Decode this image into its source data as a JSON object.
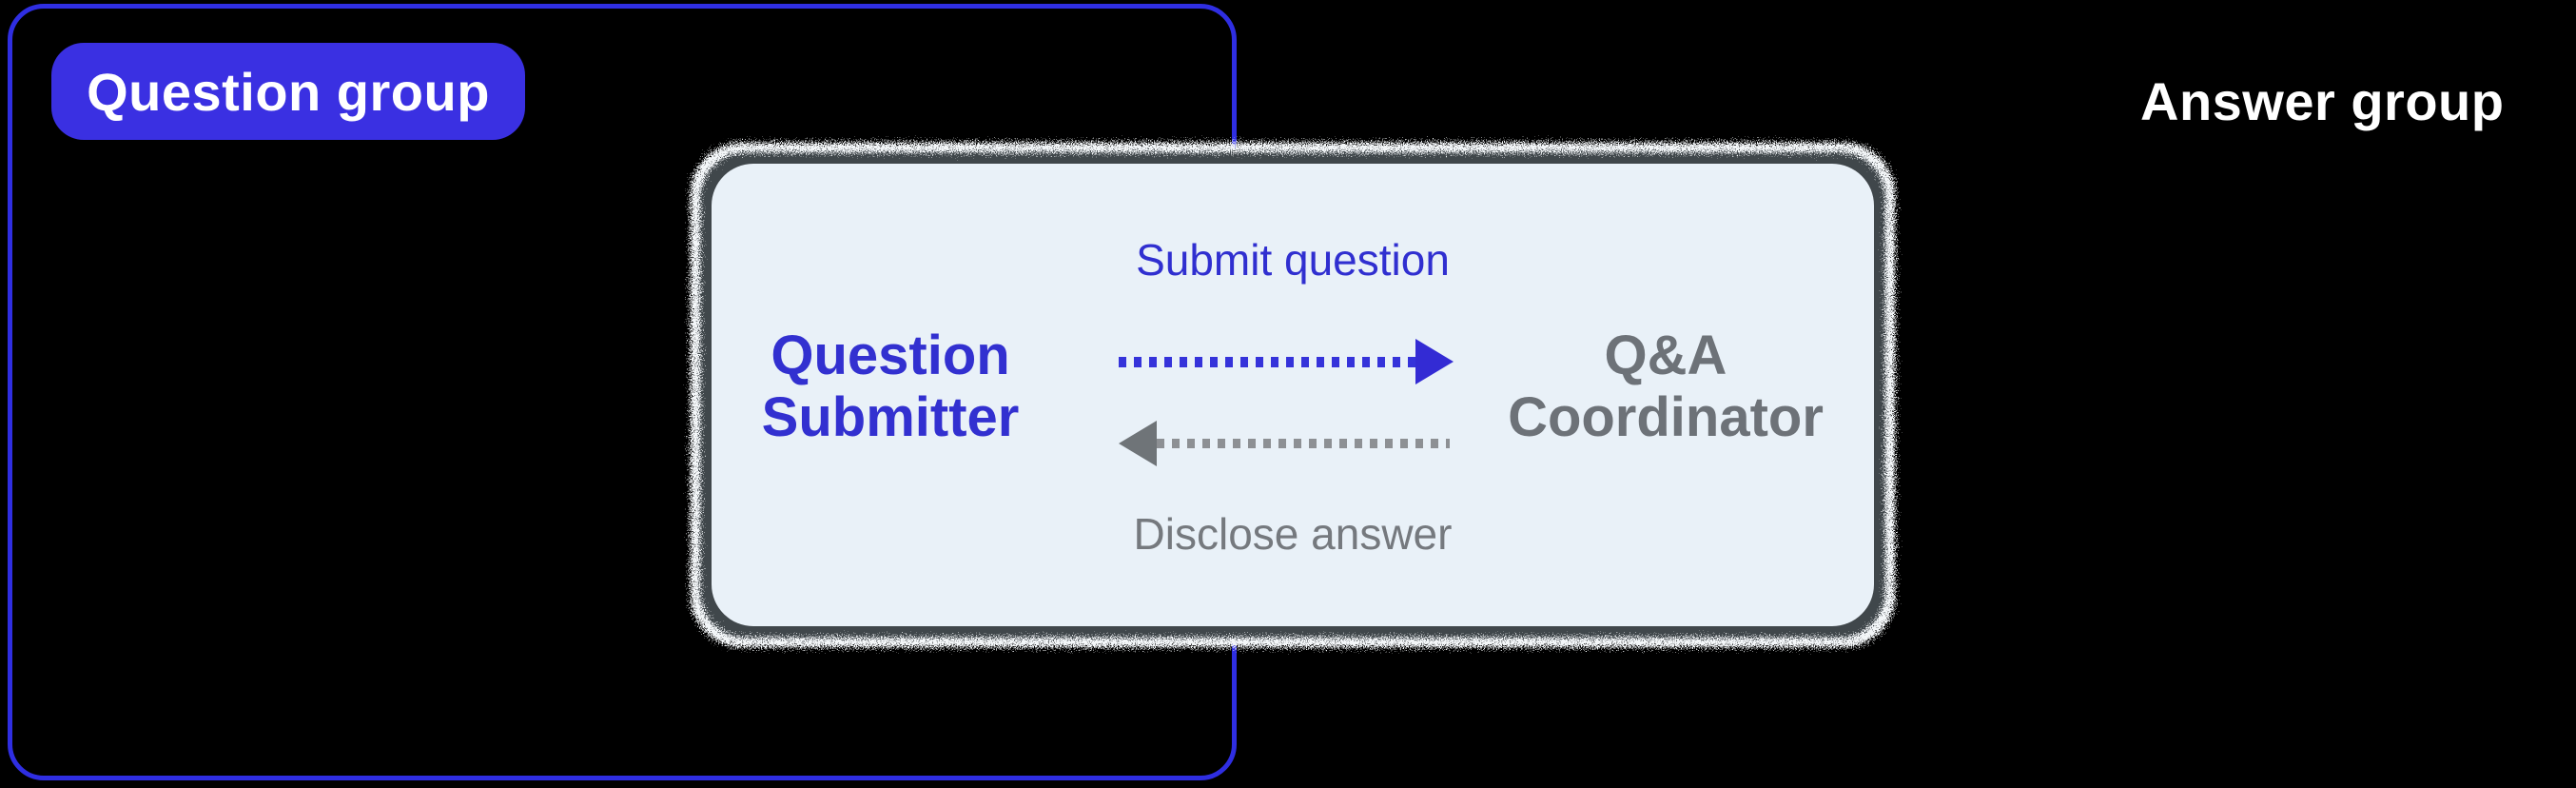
{
  "groups": {
    "question_label": "Question group",
    "answer_label": "Answer group"
  },
  "diagram": {
    "actors": [
      {
        "id": "question-submitter",
        "name": "Question Submitter",
        "color": "#3230d0"
      },
      {
        "id": "qa-coordinator",
        "name": "Q&A Coordinator",
        "color": "#6d7278"
      }
    ],
    "flows": [
      {
        "label": "Submit question",
        "from": "Question Submitter",
        "to": "Q&A Coordinator",
        "direction": "right",
        "style": "dotted",
        "color": "#3533da"
      },
      {
        "label": "Disclose answer",
        "from": "Q&A Coordinator",
        "to": "Question Submitter",
        "direction": "left",
        "style": "dotted",
        "color": "#8d9094"
      }
    ]
  },
  "colors": {
    "background": "#000000",
    "group_outline_blue": "#2f2ee2",
    "badge_blue": "#3a30e2",
    "blue_text": "#3230d0",
    "arrow_blue": "#3533da",
    "arrowhead_blue": "#332bd4",
    "gray_text": "#6d7278",
    "gray_text_light": "#75797e",
    "arrow_gray": "#8d9094",
    "arrowhead_gray": "#6f7478",
    "card_background": "#e9f1f8",
    "label_text_white": "#ffffff"
  }
}
